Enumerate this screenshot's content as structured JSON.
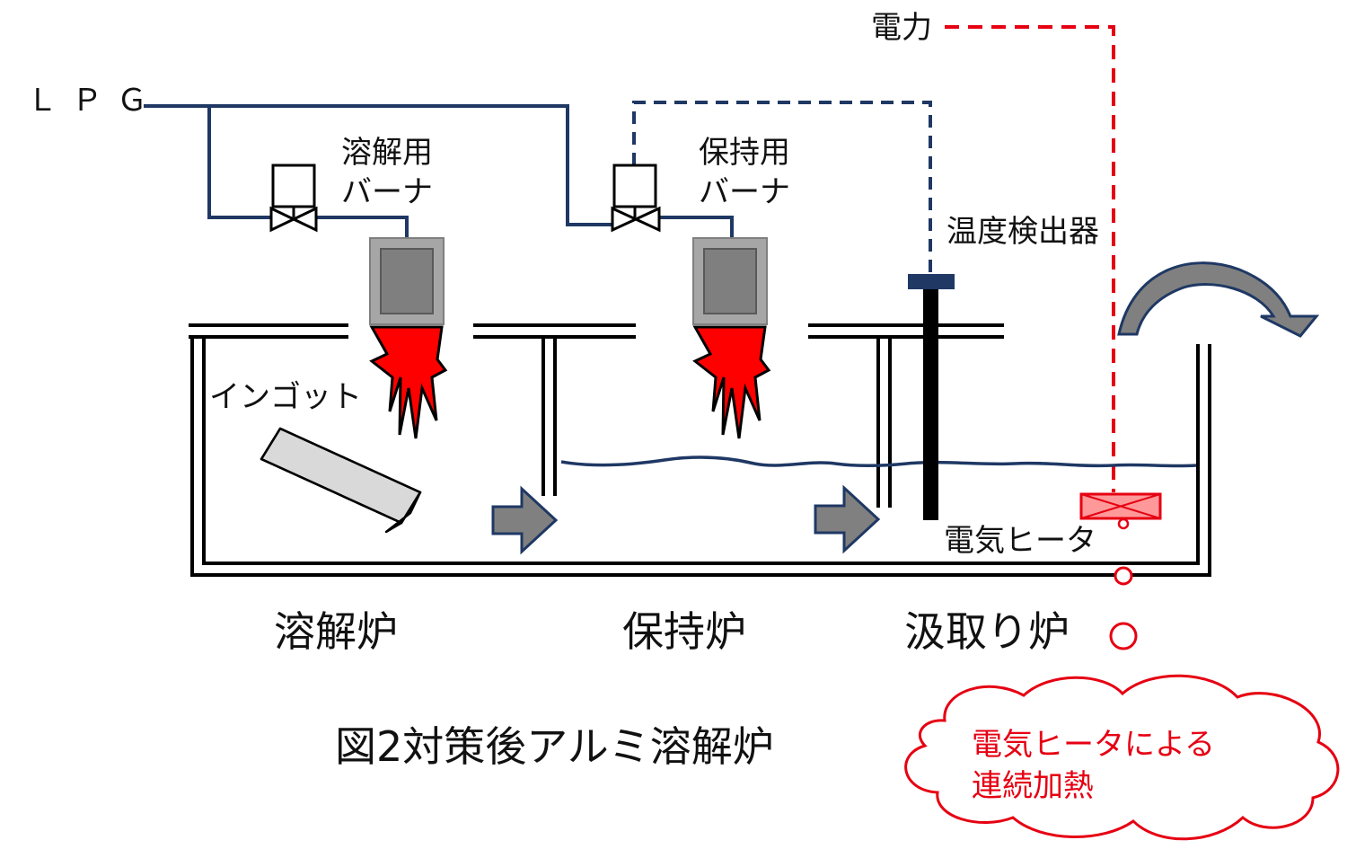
{
  "labels": {
    "lpg": "ＬＰＧ",
    "power": "電力",
    "melting_burner": "溶解用\nバーナ",
    "holding_burner": "保持用\nバーナ",
    "temperature_sensor": "温度検出器",
    "ingot": "インゴット",
    "electric_heater": "電気ヒータ",
    "melting_furnace": "溶解炉",
    "holding_furnace": "保持炉",
    "ladle_furnace": "汲取り炉"
  },
  "caption": "図2対策後アルミ溶解炉",
  "callout": {
    "text": "電気ヒータによる\n連続加熱"
  },
  "colors": {
    "pipe": "#1f3864",
    "power_line": "#e60012",
    "flame": "#ff0000",
    "burner_body": "#7f7f7f",
    "arrow": "#808080",
    "ingot": "#d9d9d9",
    "wall": "#000000"
  },
  "icons": [
    "valve-icon",
    "burner-icon",
    "flame-icon",
    "flow-arrow-icon",
    "pour-arrow-icon",
    "heater-icon",
    "cloud-icon"
  ]
}
